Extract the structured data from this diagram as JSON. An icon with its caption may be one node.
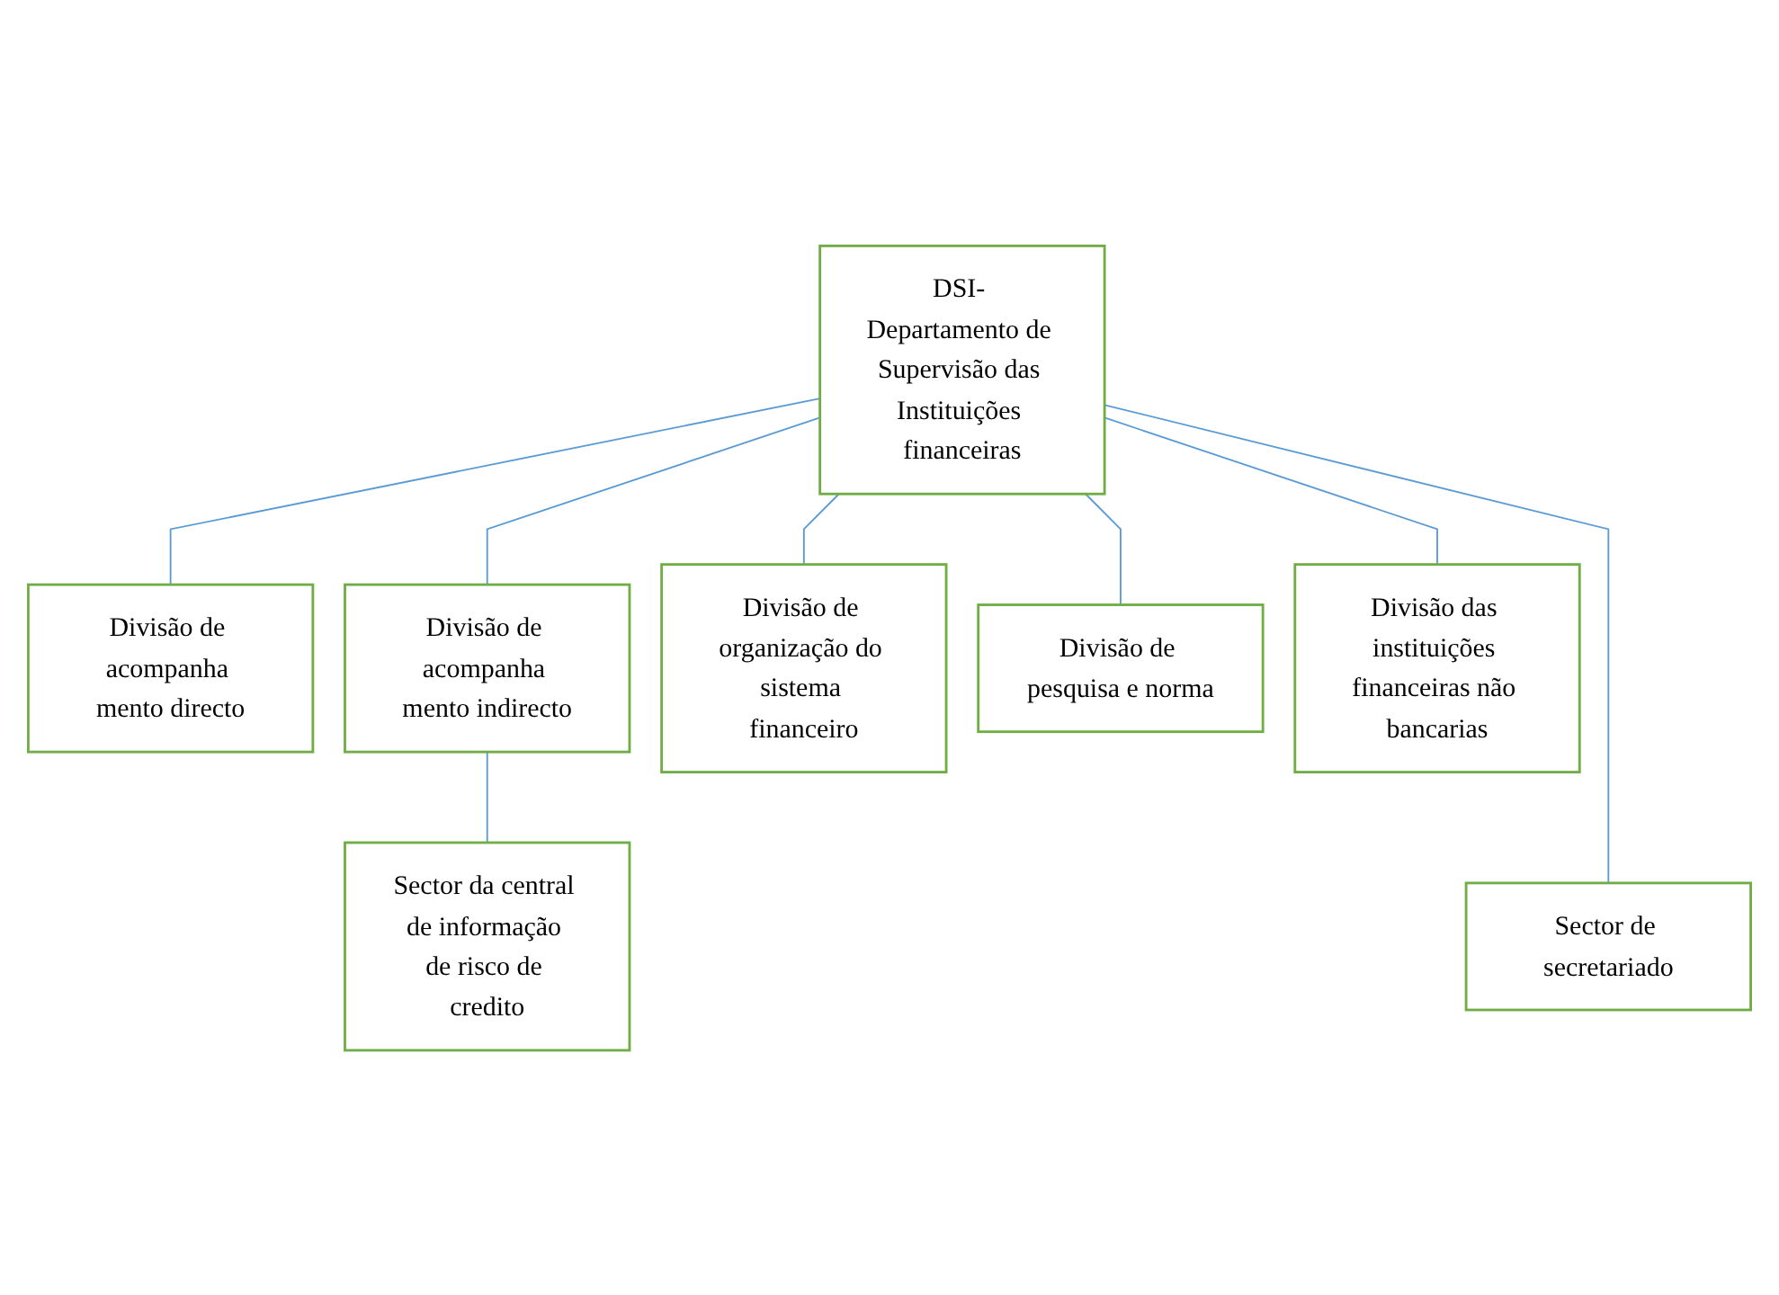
{
  "diagram": {
    "nodes": [
      {
        "text": [
          "DSI- Departamento de Supervisão das Instituições financeiras"
        ]
      },
      {
        "text": [
          "Divisão de acompanha mento directo"
        ]
      },
      {
        "text": [
          "Divisão de acompanha mento indirecto"
        ]
      },
      {
        "text": [
          "Divisão de organização do sistema financeiro"
        ]
      },
      {
        "text": [
          "Divisão de pesquisa e norma"
        ]
      },
      {
        "text": [
          "Divisão das instituições financeiras não bancarias"
        ]
      },
      {
        "text": [
          "Sector da central de informação de risco de credito"
        ]
      },
      {
        "text": [
          "Sector de secretariado"
        ]
      }
    ],
    "edges": [
      {
        "from": 0,
        "to": 1,
        "arrow": "none"
      },
      {
        "from": 0,
        "to": 2,
        "arrow": "none"
      },
      {
        "from": 0,
        "to": 3,
        "arrow": "none"
      },
      {
        "from": 0,
        "to": 7,
        "arrow": "none"
      },
      {
        "from": 0,
        "to": 4,
        "arrow": "none"
      },
      {
        "from": 0,
        "to": 5,
        "arrow": "none"
      },
      {
        "from": 2,
        "to": 6,
        "arrow": "none"
      }
    ]
  }
}
